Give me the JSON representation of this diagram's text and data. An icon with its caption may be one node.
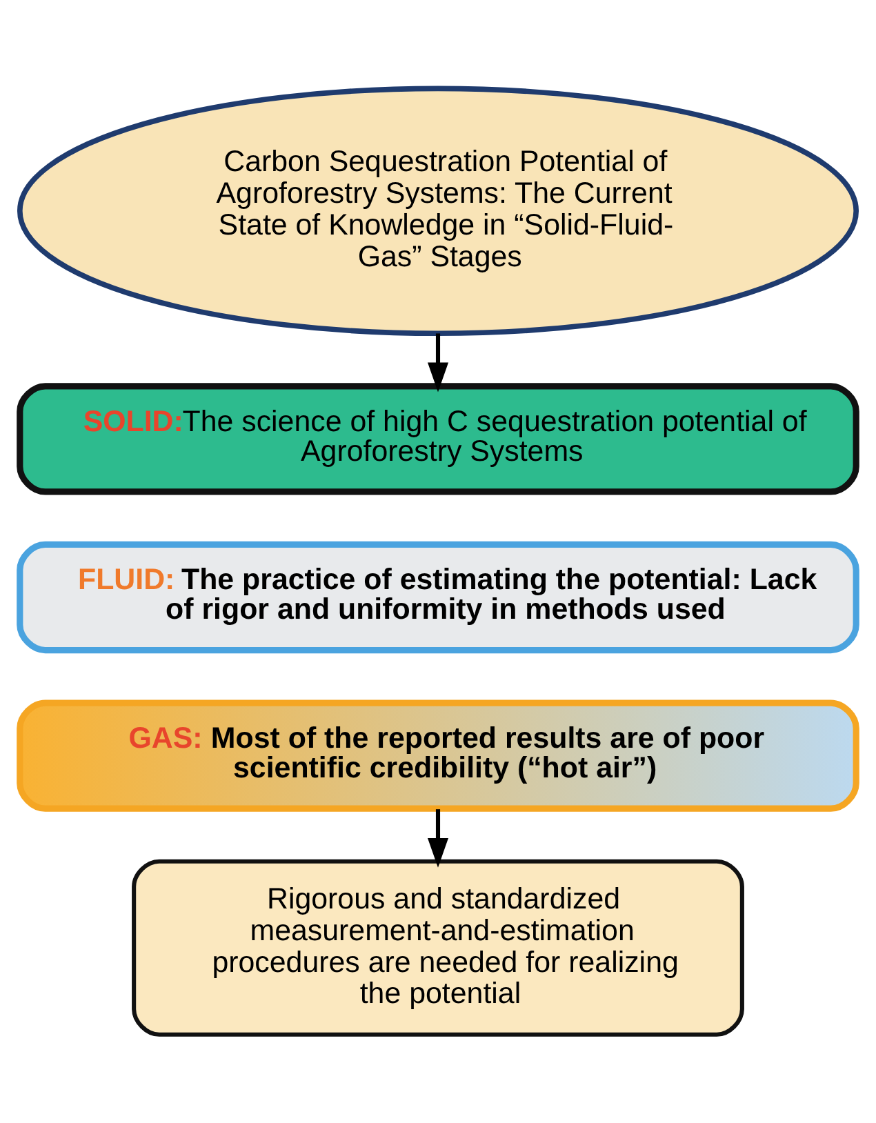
{
  "diagram": {
    "nodes": [
      {
        "text": [
          "Carbon Sequestration Potential of Agroforestry Systems: The Current State of Knowledge in “Solid-Fluid-Gas” Stages"
        ]
      },
      {
        "text": [
          "SOLID:",
          "The science of high C sequestration potential of Agroforestry Systems"
        ]
      },
      {
        "text": [
          "FLUID:",
          "The practice of estimating the potential: Lack of rigor and uniformity in methods used"
        ]
      },
      {
        "text": [
          "GAS:",
          "Most of the reported results are of poor scientific credibility (“hot air”)"
        ]
      },
      {
        "text": [
          "Rigorous and standardized measurement-and-estimation procedures are needed for realizing the potential"
        ]
      }
    ],
    "edges": [
      {
        "from": 0,
        "to": 1,
        "arrow": "to"
      },
      {
        "from": 3,
        "to": 4,
        "arrow": "to"
      }
    ]
  }
}
